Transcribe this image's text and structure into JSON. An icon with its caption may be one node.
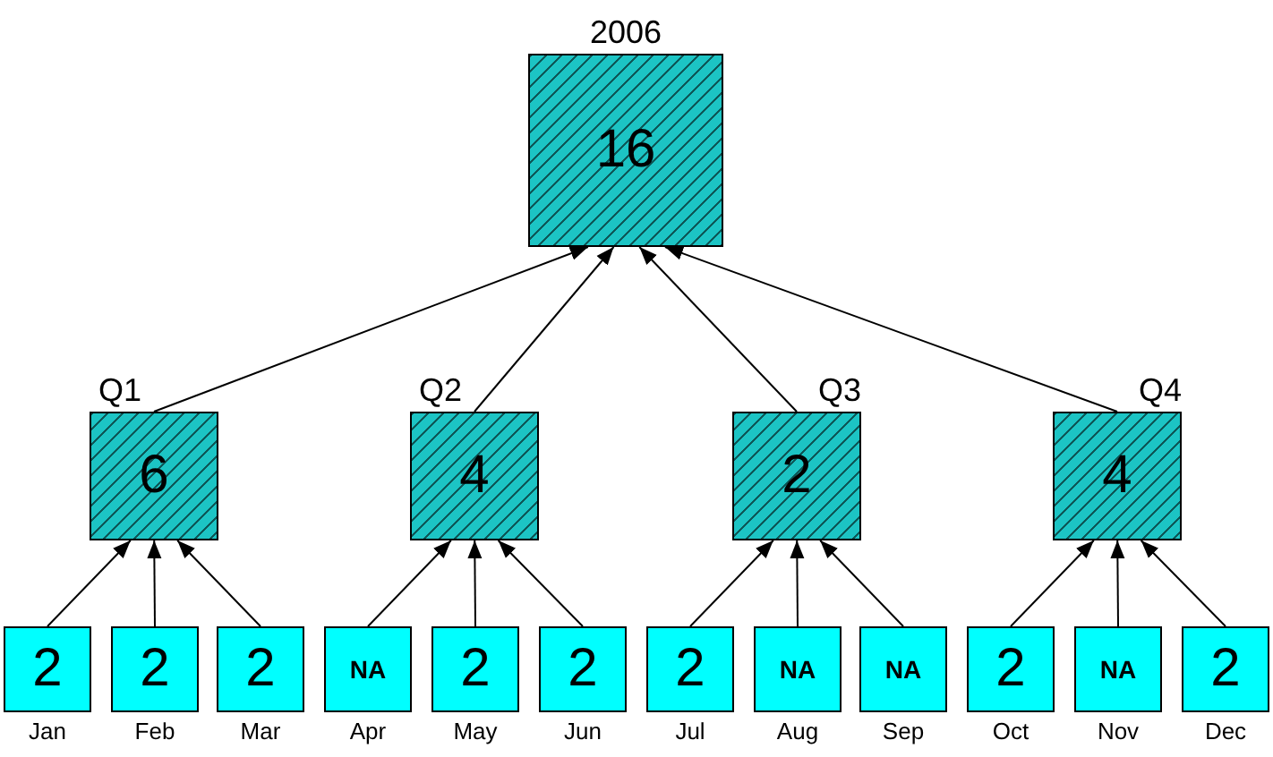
{
  "diagram": {
    "nodes": [
      {
        "text": [
          "2006",
          "16"
        ]
      },
      {
        "text": [
          "Q1",
          "6"
        ]
      },
      {
        "text": [
          "Q2",
          "4"
        ]
      },
      {
        "text": [
          "Q3",
          "2"
        ]
      },
      {
        "text": [
          "Q4",
          "4"
        ]
      },
      {
        "text": [
          "2"
        ],
        "beside": [
          "Jan"
        ]
      },
      {
        "text": [
          "2"
        ],
        "beside": [
          "Feb"
        ]
      },
      {
        "text": [
          "2"
        ],
        "beside": [
          "Mar"
        ]
      },
      {
        "text": [
          "NA"
        ],
        "beside": [
          "Apr"
        ]
      },
      {
        "text": [
          "2"
        ],
        "beside": [
          "May"
        ]
      },
      {
        "text": [
          "2"
        ],
        "beside": [
          "Jun"
        ]
      },
      {
        "text": [
          "2"
        ],
        "beside": [
          "Jul"
        ]
      },
      {
        "text": [
          "NA"
        ],
        "beside": [
          "Aug"
        ]
      },
      {
        "text": [
          "NA"
        ],
        "beside": [
          "Sep"
        ]
      },
      {
        "text": [
          "2"
        ],
        "beside": [
          "Oct"
        ]
      },
      {
        "text": [
          "NA"
        ],
        "beside": [
          "Nov"
        ]
      },
      {
        "text": [
          "2"
        ],
        "beside": [
          "Dec"
        ]
      }
    ],
    "edges": [
      {
        "from": 1,
        "to": 0,
        "arrow": "to"
      },
      {
        "from": 2,
        "to": 0,
        "arrow": "to"
      },
      {
        "from": 3,
        "to": 0,
        "arrow": "to"
      },
      {
        "from": 4,
        "to": 0,
        "arrow": "to"
      },
      {
        "from": 5,
        "to": 1,
        "arrow": "to"
      },
      {
        "from": 6,
        "to": 1,
        "arrow": "to"
      },
      {
        "from": 7,
        "to": 1,
        "arrow": "to"
      },
      {
        "from": 8,
        "to": 2,
        "arrow": "to"
      },
      {
        "from": 9,
        "to": 2,
        "arrow": "to"
      },
      {
        "from": 10,
        "to": 2,
        "arrow": "to"
      },
      {
        "from": 11,
        "to": 3,
        "arrow": "to"
      },
      {
        "from": 12,
        "to": 3,
        "arrow": "to"
      },
      {
        "from": 13,
        "to": 3,
        "arrow": "to"
      },
      {
        "from": 14,
        "to": 4,
        "arrow": "to"
      },
      {
        "from": 15,
        "to": 4,
        "arrow": "to"
      },
      {
        "from": 16,
        "to": 4,
        "arrow": "to"
      }
    ]
  }
}
